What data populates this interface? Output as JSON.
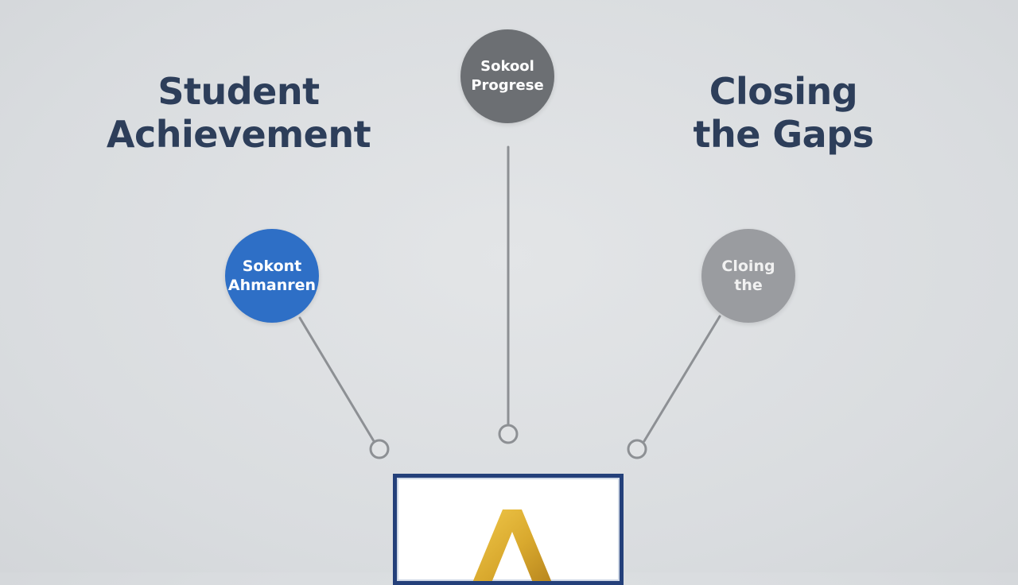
{
  "headings": {
    "left": [
      "Student",
      "Achievement"
    ],
    "right": [
      "Closing",
      "the Gaps"
    ]
  },
  "nodes": {
    "top": {
      "lines": [
        "Sokool",
        "Progrese"
      ],
      "color": "#6c6f73"
    },
    "left": {
      "lines": [
        "Sokont",
        "Ahmanren"
      ],
      "color": "#2e6fc6"
    },
    "right": {
      "lines": [
        "Cloing",
        "the"
      ],
      "color": "#9a9ca0"
    }
  },
  "hub": {
    "logo_icon": "gold-a-logo-icon",
    "border_color": "#24407a",
    "logo_color": "#e0b43a"
  },
  "colors": {
    "heading_text": "#2d3e5a",
    "connector": "#8d9094"
  }
}
